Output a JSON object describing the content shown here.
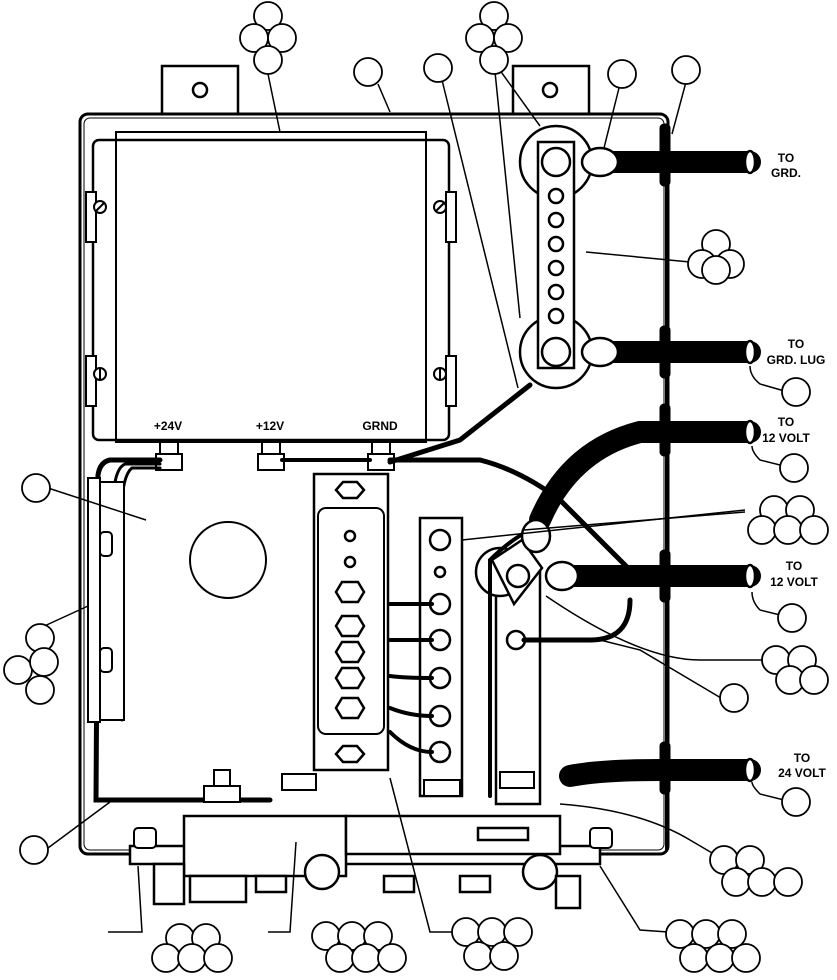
{
  "terminals": {
    "plus24v": "+24V",
    "plus12v": "+12V",
    "grnd": "GRND"
  },
  "cable_destinations": {
    "to_grd": {
      "line1": "TO",
      "line2": "GRD."
    },
    "to_grd_lug": {
      "line1": "TO",
      "line2": "GRD. LUG"
    },
    "to_12_volt_upper": {
      "line1": "TO",
      "line2": "12 VOLT"
    },
    "to_12_volt_lower": {
      "line1": "TO",
      "line2": "12 VOLT"
    },
    "to_24_volt": {
      "line1": "TO",
      "line2": "24 VOLT"
    }
  }
}
